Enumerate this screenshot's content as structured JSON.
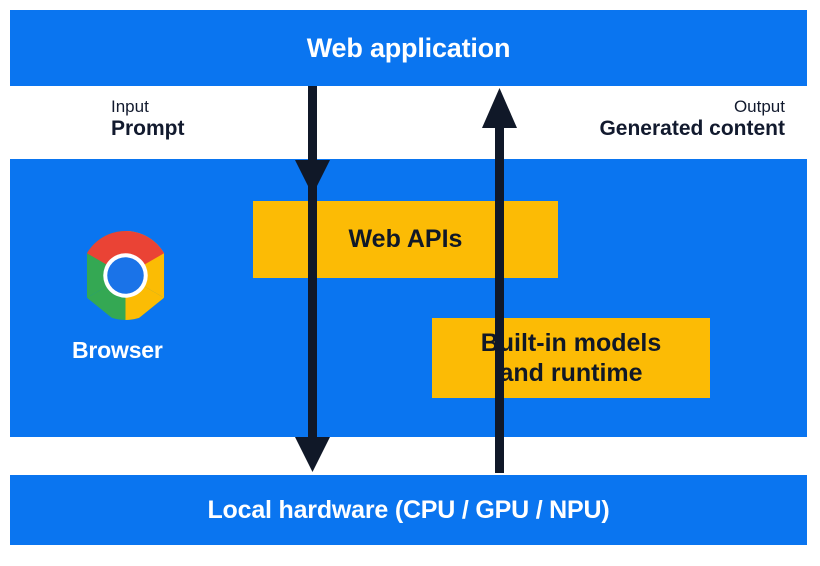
{
  "diagram": {
    "title": "Web application",
    "type": "architecture-flow",
    "bands": [
      {
        "id": "web-application",
        "label": "Web application",
        "color": "#0a75f0",
        "text_color": "#ffffff"
      },
      {
        "id": "browser",
        "label": "Browser",
        "color": "#0a75f0",
        "text_color": "#ffffff"
      },
      {
        "id": "local-hardware",
        "label": "Local hardware (CPU / GPU / NPU)",
        "color": "#0a75f0",
        "text_color": "#ffffff"
      }
    ],
    "io": {
      "input": {
        "kind": "Input",
        "value": "Prompt"
      },
      "output": {
        "kind": "Output",
        "value": "Generated content"
      }
    },
    "boxes": [
      {
        "id": "web-apis",
        "label": "Web APIs",
        "color": "#fcbb05",
        "text_color": "#101828"
      },
      {
        "id": "builtin-models",
        "line1": "Built-in models",
        "line2": "and runtime",
        "color": "#fcbb05",
        "text_color": "#101828"
      }
    ],
    "arrows": [
      {
        "id": "input-arrow",
        "direction": "down",
        "color": "#101828",
        "from": "Web application",
        "to": "Local hardware (CPU / GPU / NPU)"
      },
      {
        "id": "output-arrow",
        "direction": "up",
        "color": "#101828",
        "from": "Local hardware (CPU / GPU / NPU)",
        "to": "Web application"
      }
    ],
    "logo": {
      "name": "chrome-logo",
      "colors": {
        "red": "#ea4335",
        "yellow": "#fbbc04",
        "green": "#34a853",
        "blue": "#1a73e8",
        "ring": "#ffffff"
      }
    }
  }
}
